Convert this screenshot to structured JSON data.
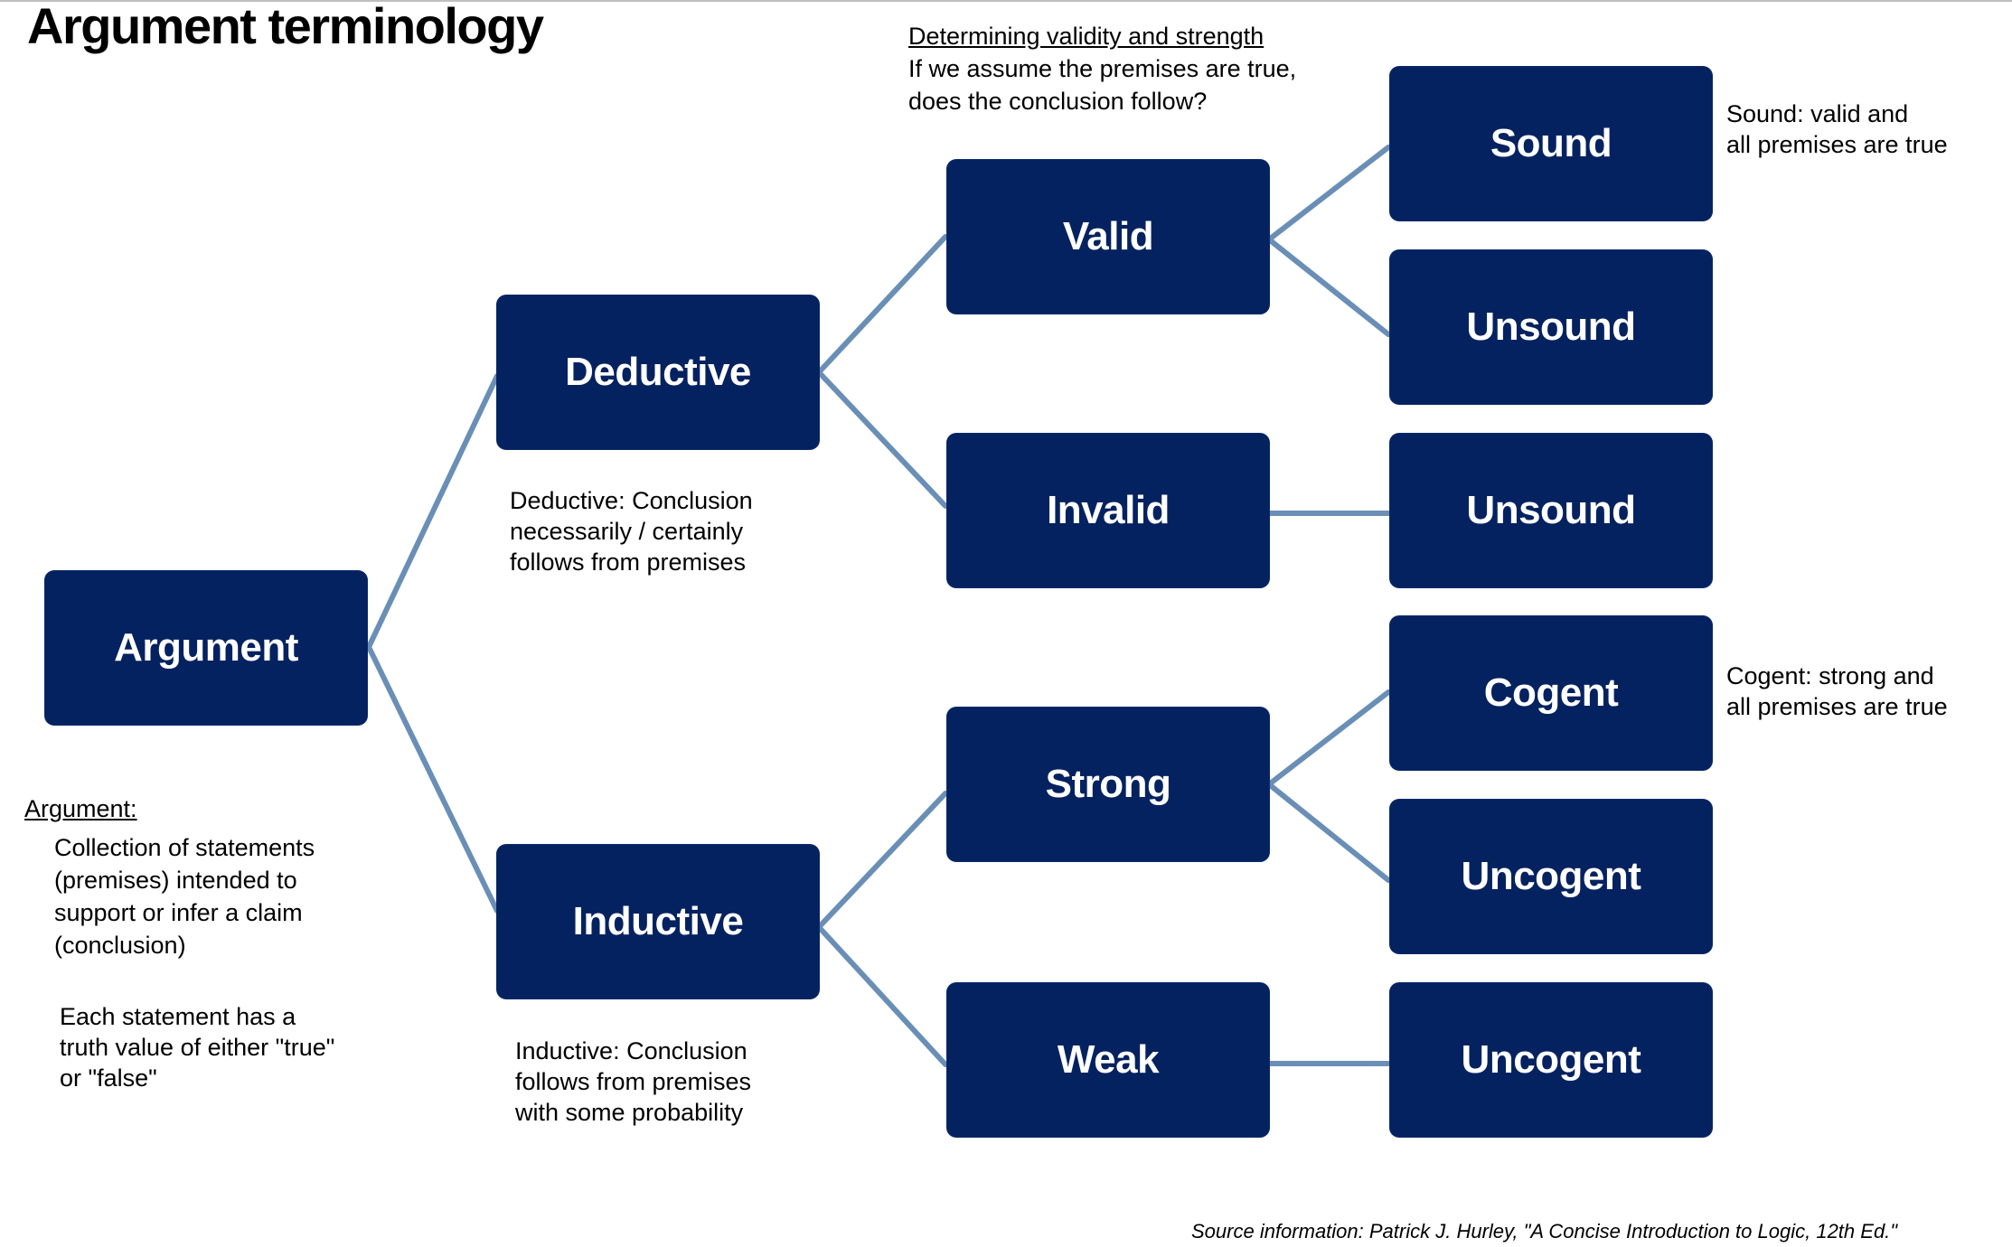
{
  "title": "Argument terminology",
  "nodes": {
    "argument": "Argument",
    "deductive": "Deductive",
    "inductive": "Inductive",
    "valid": "Valid",
    "invalid": "Invalid",
    "strong": "Strong",
    "weak": "Weak",
    "sound": "Sound",
    "unsound_valid": "Unsound",
    "unsound_invalid": "Unsound",
    "cogent": "Cogent",
    "uncogent_strong": "Uncogent",
    "uncogent_weak": "Uncogent"
  },
  "notes": {
    "validity_heading": "Determining validity and strength",
    "validity_lines": [
      "If we assume the premises are true,",
      "does the conclusion follow?"
    ],
    "sound_lines": [
      "Sound: valid and",
      "all premises are true"
    ],
    "cogent_lines": [
      "Cogent: strong and",
      "all premises are true"
    ],
    "deductive_lines": [
      "Deductive: Conclusion",
      "necessarily / certainly",
      "follows from premises"
    ],
    "inductive_lines": [
      "Inductive: Conclusion",
      "follows from premises",
      "with some probability"
    ],
    "argument_heading": "Argument:",
    "argument_lines": [
      "Collection of statements",
      "(premises) intended to",
      "support or infer a claim",
      "(conclusion)"
    ],
    "truth_lines": [
      "Each statement has a",
      "truth value of either \"true\"",
      "or \"false\""
    ]
  },
  "source": "Source information: Patrick J. Hurley, \"A Concise Introduction to Logic, 12th Ed.\"",
  "colors": {
    "node_fill": "#052260",
    "node_text": "#ffffff",
    "connector": "#6a8fb6"
  }
}
